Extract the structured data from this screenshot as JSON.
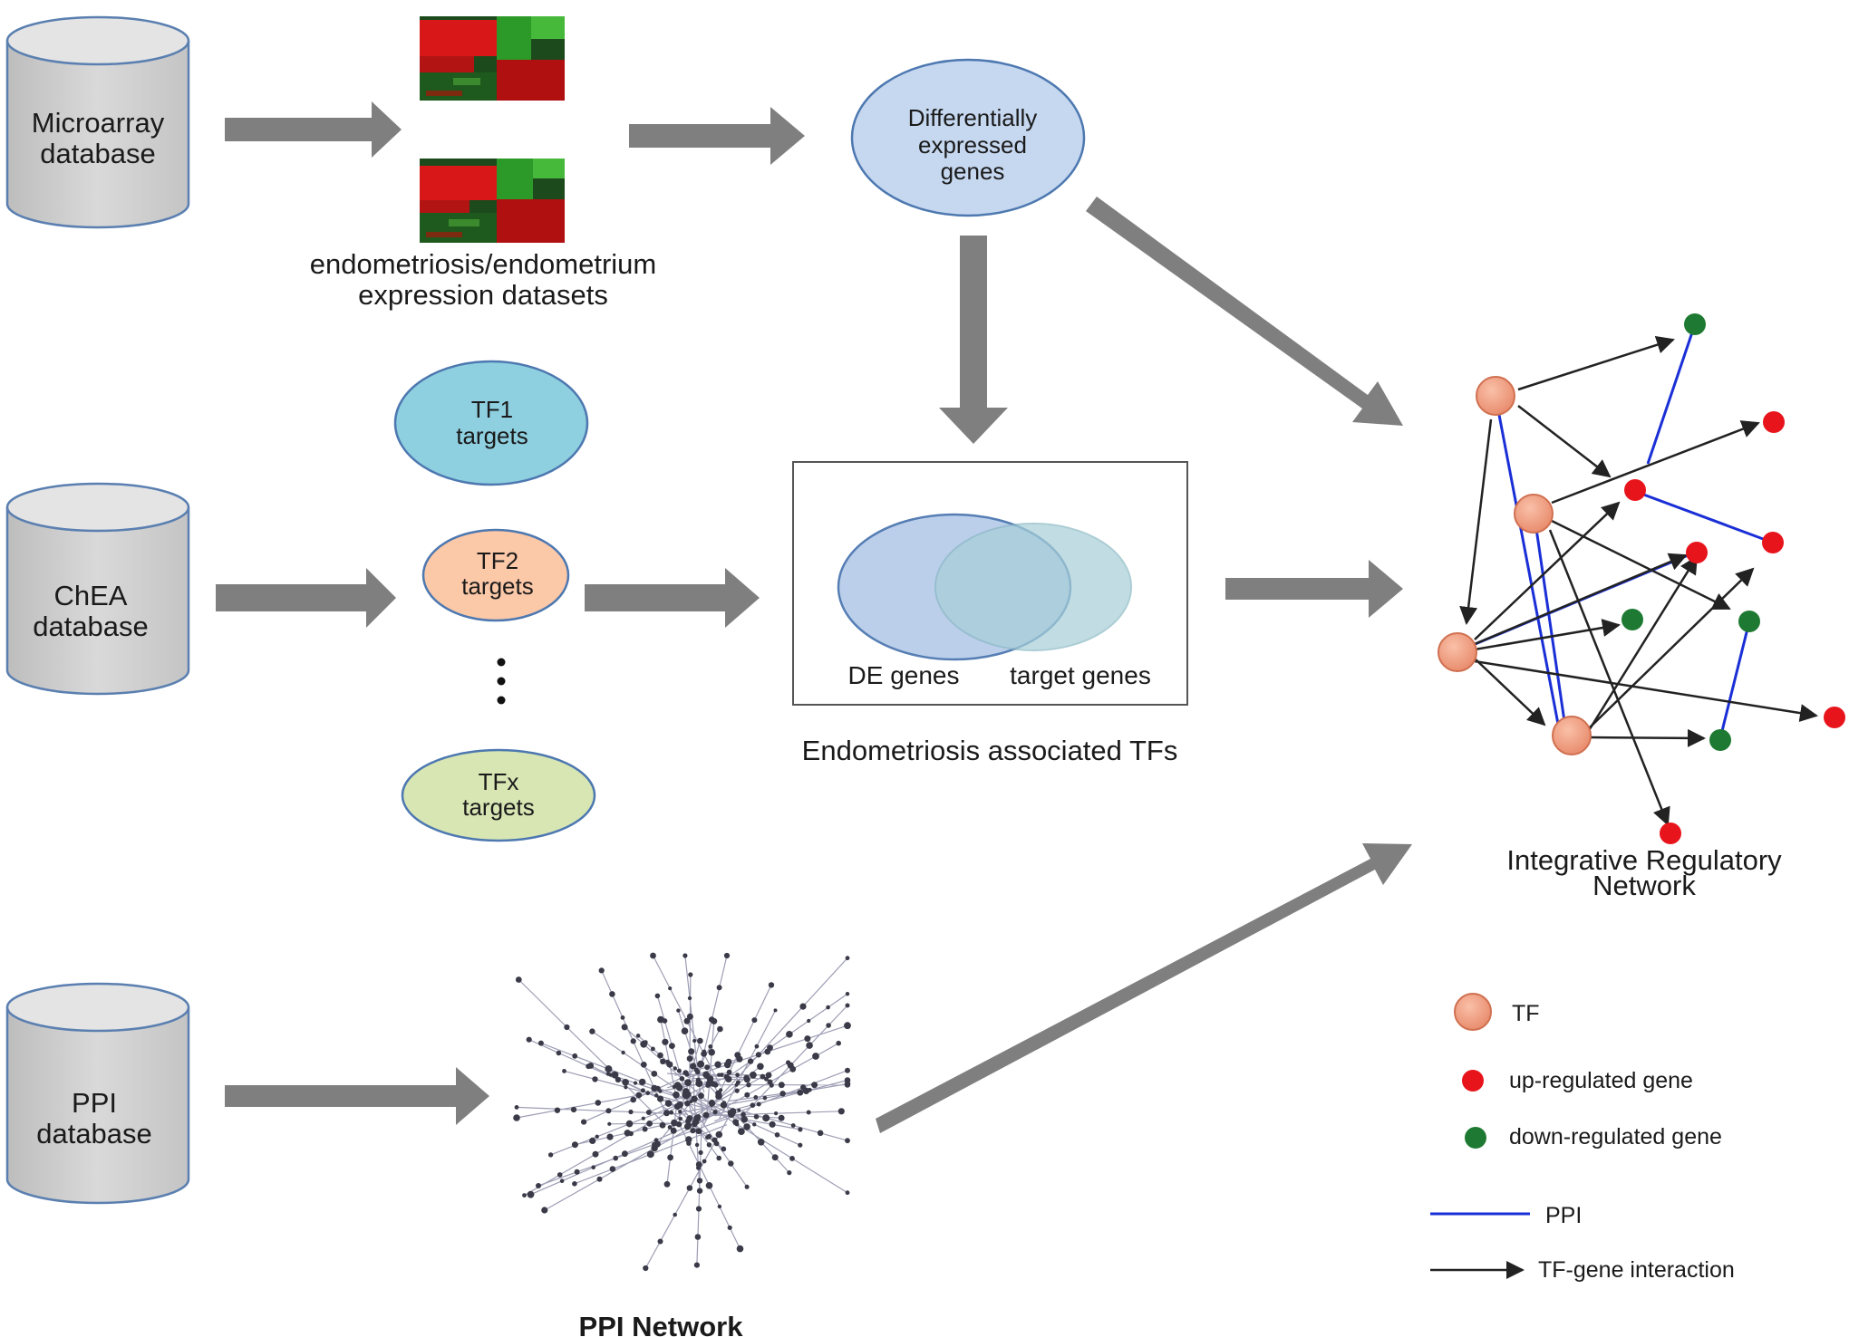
{
  "databases": {
    "microarray": [
      "Microarray",
      "database"
    ],
    "chea": [
      "ChEA",
      "database"
    ],
    "ppi": [
      "PPI",
      "database"
    ]
  },
  "expression_datasets_label": [
    "endometriosis/endometrium",
    "expression datasets"
  ],
  "de_genes": [
    "Differentially",
    "expressed",
    "genes"
  ],
  "tf_targets": {
    "tf1": [
      "TF1",
      "targets"
    ],
    "tf2": [
      "TF2",
      "targets"
    ],
    "tfx": [
      "TFx",
      "targets"
    ]
  },
  "venn": {
    "left_label": "DE genes",
    "right_label": "target genes",
    "caption": "Endometriosis associated TFs"
  },
  "network_label": [
    "Integrative Regulatory",
    "Network"
  ],
  "ppi_network_label": "PPI Network",
  "legend": {
    "tf": "TF",
    "up": "up-regulated gene",
    "down": "down-regulated gene",
    "ppi": "PPI",
    "interaction": "TF-gene interaction"
  },
  "colors": {
    "tf_node": "#f4a58a",
    "up_node": "#e8141c",
    "down_node": "#1e7a32",
    "ppi_edge": "#1a2fd6",
    "interaction_edge": "#222222",
    "flow_arrow": "#7f7f7f",
    "tf1_fill": "#8fd0e0",
    "tf2_fill": "#fbc8a8",
    "tfx_fill": "#d8e6b4",
    "de_fill": "#c6d8f0"
  }
}
